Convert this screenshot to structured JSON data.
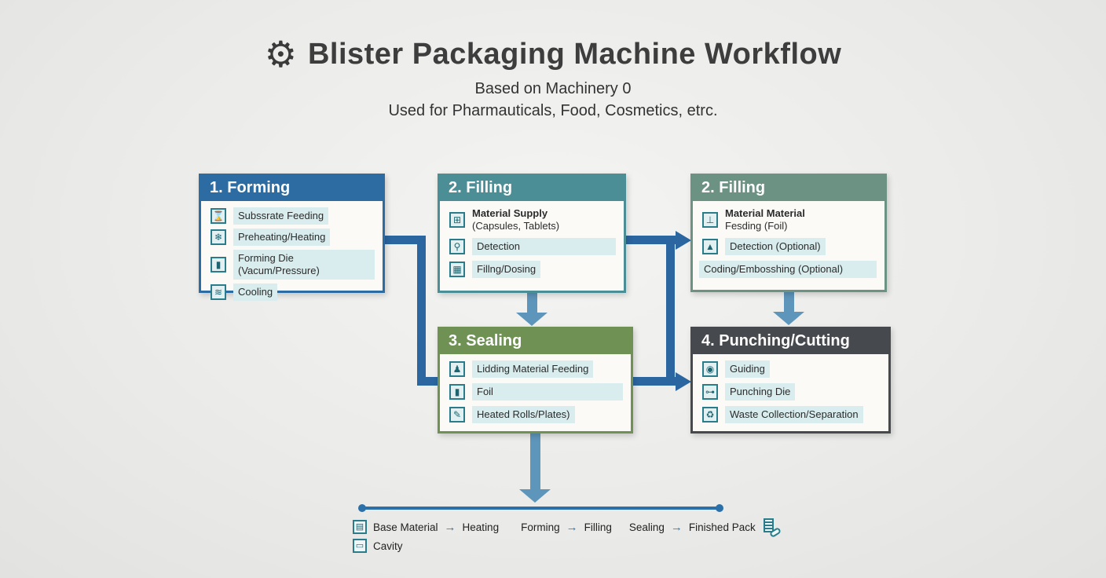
{
  "title": "Blister Packaging Machine Workflow",
  "title_icon_glyph": "⚙",
  "subtitle1": "Based on Machinery 0",
  "subtitle2": "Used for Pharmauticals, Food, Cosmetics, etrc.",
  "colors": {
    "forming_header": "#2d6ca2",
    "filling_header": "#4b8e96",
    "filling2_header": "#6b9283",
    "sealing_header": "#6f9254",
    "punching_header": "#46494d",
    "connector_dark_blue": "#2b66a0",
    "connector_teal": "#5e95ba",
    "timeline_blue": "#2b70a9",
    "item_highlight": "#d9edee",
    "icon_teal": "#2a7c8a"
  },
  "boxes": {
    "forming": {
      "title": "1. Forming",
      "items": [
        {
          "icon": "substrate-roll-icon",
          "glyph": "⌛",
          "label": "Subssrate Feeding"
        },
        {
          "icon": "heating-icon",
          "glyph": "❄",
          "label": "Preheating/Heating"
        },
        {
          "icon": "forming-die-icon",
          "glyph": "▮",
          "label": "Forming Die (Vacum/Pressure)"
        },
        {
          "icon": "cooling-icon",
          "glyph": "≋",
          "label": "Cooling"
        }
      ]
    },
    "filling": {
      "title": "2. Filling",
      "items": [
        {
          "icon": "material-supply-icon",
          "glyph": "⊞",
          "label": "Material Supply",
          "label2": "(Capsules, Tablets)"
        },
        {
          "icon": "detection-icon",
          "glyph": "⚲",
          "label": "Detection"
        },
        {
          "icon": "dosing-grid-icon",
          "glyph": "▦",
          "label": "Fillng/Dosing"
        }
      ]
    },
    "filling2": {
      "title": "2. Filling",
      "items": [
        {
          "icon": "foil-feeding-icon",
          "glyph": "⊥",
          "label": "Material Material",
          "label2": "Fesding (Foil)"
        },
        {
          "icon": "detection-optional-icon",
          "glyph": "▲",
          "label": "Detection (Optional)"
        },
        {
          "icon": null,
          "glyph": "",
          "label": "Coding/Embosshing (Optional)"
        }
      ]
    },
    "sealing": {
      "title": "3. Sealing",
      "items": [
        {
          "icon": "lidding-feeding-icon",
          "glyph": "♟",
          "label": "Lidding Material Feeding"
        },
        {
          "icon": "foil-icon",
          "glyph": "▮",
          "label": "Foil"
        },
        {
          "icon": "heated-rolls-icon",
          "glyph": "✎",
          "label": "Heated Rolls/Plates)"
        }
      ]
    },
    "punching": {
      "title": "4. Punching/Cutting",
      "items": [
        {
          "icon": "guiding-icon",
          "glyph": "◉",
          "label": "Guiding"
        },
        {
          "icon": "punching-die-icon",
          "glyph": "⊶",
          "label": "Punching Die"
        },
        {
          "icon": "waste-icon",
          "glyph": "♻",
          "label": "Waste Collection/Separation"
        }
      ]
    }
  },
  "timeline": {
    "arrow_glyph": "→",
    "base_material_icon_glyph": "▤",
    "cavity_icon_glyph": "▭",
    "labels": {
      "base_material": "Base Material",
      "heating": "Heating",
      "forming": "Forming",
      "filling": "Filling",
      "sealing": "Sealing",
      "finished_pack": "Finished Pack",
      "cavity": "Cavity"
    }
  }
}
